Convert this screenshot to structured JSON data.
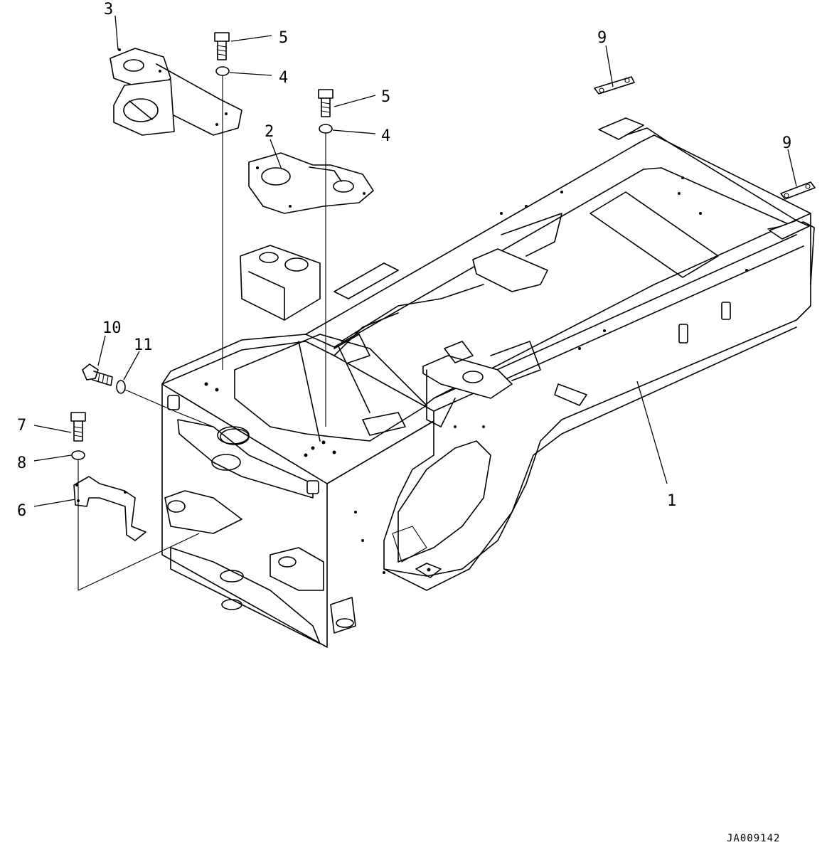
{
  "diagram": {
    "callouts": [
      {
        "id": "callout-1",
        "text": "1"
      },
      {
        "id": "callout-2",
        "text": "2"
      },
      {
        "id": "callout-3",
        "text": "3"
      },
      {
        "id": "callout-4a",
        "text": "4"
      },
      {
        "id": "callout-4b",
        "text": "4"
      },
      {
        "id": "callout-5a",
        "text": "5"
      },
      {
        "id": "callout-5b",
        "text": "5"
      },
      {
        "id": "callout-6",
        "text": "6"
      },
      {
        "id": "callout-7",
        "text": "7"
      },
      {
        "id": "callout-8",
        "text": "8"
      },
      {
        "id": "callout-9a",
        "text": "9"
      },
      {
        "id": "callout-9b",
        "text": "9"
      },
      {
        "id": "callout-10",
        "text": "10"
      },
      {
        "id": "callout-11",
        "text": "11"
      }
    ],
    "drawing_ref": "JA009142"
  }
}
